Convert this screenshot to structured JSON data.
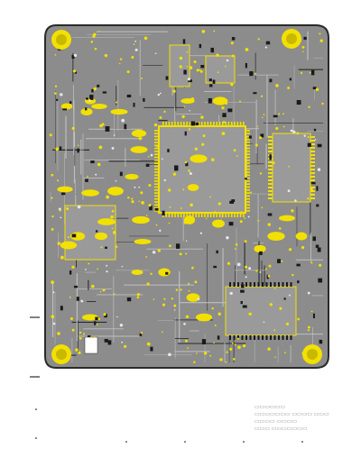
{
  "colors": {
    "page": "#ffffff",
    "board": "#8c8c8c",
    "board_edge": "#2a2a2a",
    "copper": "#f2e000",
    "pad_dark": "#1a1a1a",
    "trace_light": "#c8c8c8",
    "silkscreen": "#e8e8e8"
  },
  "board": {
    "components": [
      "main-ic",
      "ic-right",
      "ic-top",
      "ic-bottom-right",
      "ic-top-right",
      "connector-left",
      "mounting-holes"
    ]
  }
}
